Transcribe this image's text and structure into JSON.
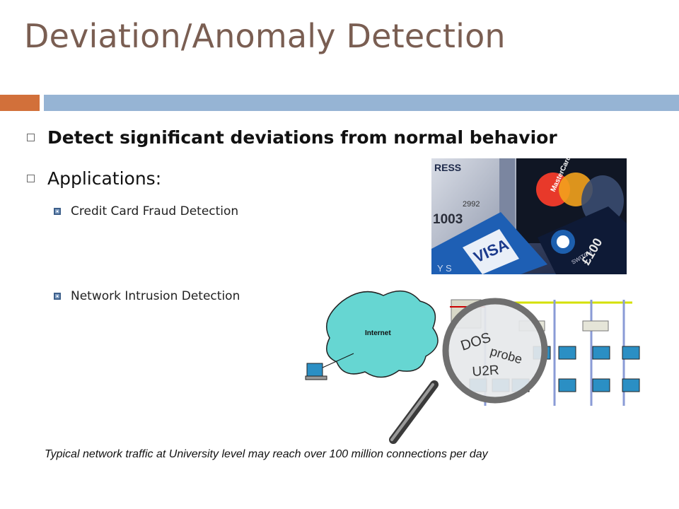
{
  "slide": {
    "title": "Deviation/Anomaly Detection",
    "bullets": [
      "Detect significant deviations from normal behavior",
      "Applications:"
    ],
    "subbullets": [
      "Credit Card Fraud Detection",
      "Network Intrusion Detection"
    ],
    "caption": "Typical network traffic at University level may reach over 100 million connections per day"
  },
  "credit_card_image": {
    "card_text": {
      "ress": "RESS",
      "number1": "2992",
      "number2": "1003",
      "visa": "VISA",
      "mastercard": "MasterCard",
      "switch": "SWITCH",
      "amount": "£100",
      "ys": "Y S"
    }
  },
  "network_image": {
    "cloud_label": "Internet",
    "lens_labels": [
      "DOS",
      "probe",
      "U2R"
    ]
  },
  "colors": {
    "title": "#7a5e52",
    "accent_orange": "#d2703a",
    "accent_blue": "#96b4d4",
    "cloud_fill": "#66d6d2"
  }
}
